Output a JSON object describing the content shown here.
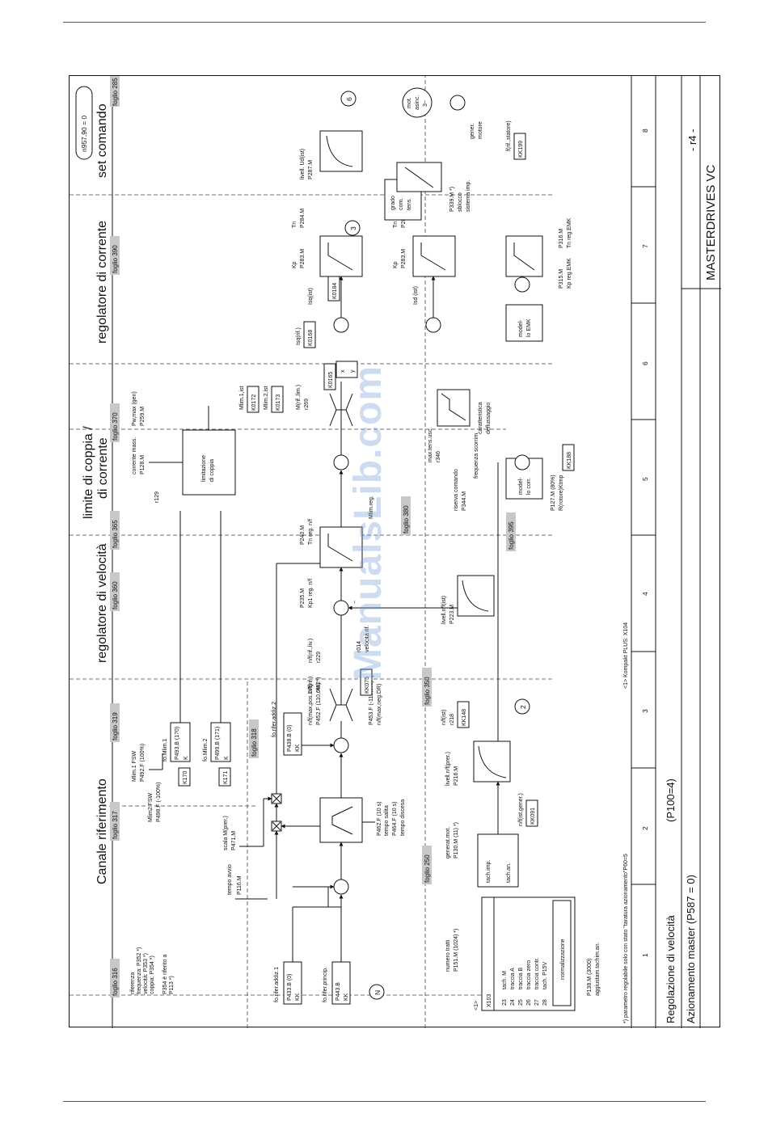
{
  "header": {
    "rule": "top"
  },
  "sections": [
    {
      "title": "Canale riferimento",
      "tag": "foglio 317"
    },
    {
      "title": "regolatore di velocità",
      "tag": "foglio 360"
    },
    {
      "title": "limite di coppia /",
      "title2": "di corrente",
      "tag": "foglio 365",
      "tag2": "foglio 370"
    },
    {
      "title": "regolatore di corrente",
      "tag": "foglio 390"
    },
    {
      "title": "set comando",
      "tag": "foglio 285"
    }
  ],
  "sheet_tags": {
    "f316": "foglio 316",
    "f319": "foglio 319",
    "f318": "foglio 318",
    "f250": "foglio 250",
    "f350": "foglio 350",
    "f380": "foglio 380",
    "f395": "foglio 395"
  },
  "badge": "n957.90 = 0",
  "columns": [
    "1",
    "2",
    "3",
    "4",
    "5",
    "6",
    "7",
    "8"
  ],
  "titleblock": {
    "line1": "Regolazione di velocità",
    "line1b": "(P100=4)",
    "line2": "Azionamento master (P587 = 0)",
    "product": "MASTERDRIVES VC",
    "sheet_no": "- r4 -"
  },
  "footnotes": {
    "param": "*) parametro regolabile solo con stato \"taratura azionamento\"P60=5",
    "kompakt": "<1> Kompakt PLUS: X104"
  },
  "watermark": "ManualsLib.com",
  "reference": {
    "ref_notes": [
      "riferenza",
      "frequenza:  P352 *)",
      "velocità:  P353 *)",
      "coppia:   P354 *)",
      "",
      "P354 è riferito a",
      "P113 *)"
    ],
    "addiz1_label": "fo.rifer.addiz.1",
    "addiz1_par": "P433.B (0)",
    "kk": "KK",
    "princip_label": "fo.rifer.princip.",
    "princip_par": "P443.B",
    "n_symbol": "N",
    "tempo_avvio": "tempo avvio",
    "p116": "P116.M",
    "scala": "scala M(prer.)",
    "p471": "P471.M",
    "p462": "P462.F (10 s)",
    "tempo_salita": "tempo salita",
    "p464": "P464.F (10 s)",
    "tempo_discesa": "tempo discesa",
    "mlim1_fsw": "Mlim.1 FSW",
    "p492": "P492.F (100%)",
    "mlim2_fsw": "Mlim2 FSW",
    "p498": "P498.F (-100%)",
    "k170": "K170",
    "k171": "K171",
    "fo_mlim1": "fo.Mlim.1",
    "p493": "P493.B (170)",
    "fo_mlim2": "fo.Mlim.2",
    "p499": "P499.B (171)",
    "k": "K",
    "addiz2_label": "fo.rifer.addiz.2",
    "p438": "P438.B (0)",
    "nmax_pos": "n/f(max,pos.DR)",
    "p452": "P452.F (110,0%) *)",
    "p453": "P453.F (-110,0%) *)",
    "nmax_neg": "n/f(max,neg.DR)",
    "nrif": "n/f(rif.)",
    "r482": "r482",
    "kk075": "KK075"
  },
  "speed": {
    "nrif_liv": "n/f(rif.,liv.)",
    "r229": "r229",
    "r014": "r014",
    "velocita_rif": "velocità rif.",
    "p235": "P235.M",
    "kp1": "Kp1 reg. n/f",
    "p240": "P240.M",
    "tn_reg": "Tn reg. n/f",
    "mlim_reg": "Mlim.reg.",
    "livell_nist": "livell.n/f(ist)",
    "p223": "P223.M",
    "nist": "n/f(ist)",
    "r218": "r218",
    "kk148": "KK148",
    "circle2": "2"
  },
  "torque": {
    "corrente_mass": "corrente mass.",
    "p128": "P128.M",
    "r129": "r129",
    "pw_max": "Pw,max (gen)",
    "p259": "P259.M",
    "limitazione": "limitazione",
    "di_coppia": "di coppia",
    "mlim1_ist": "Mlim.1,ist",
    "k0172": "K0172",
    "mlim2_ist": "Mlim.2,ist",
    "k0173": "K0173",
    "mrif_lim": "M(rif.,lim.)",
    "r269": "r269",
    "k0165": "K0165",
    "max_tens": "max.tens.usc.",
    "r346": "r346",
    "riserva": "riserva comando",
    "p344": "P344.M",
    "caratteristica": "caratteristica",
    "defl": "deflussaggio",
    "x": "x",
    "y": "y"
  },
  "current": {
    "isq_rif": "Isq(rif.)",
    "k0168": "K0168",
    "k0184": "K0184",
    "isq_ist": "Isq(ist)",
    "isd_ist": "Isd (ist)",
    "kp": "Kp",
    "p283": "P283.M",
    "tn": "Tn",
    "p284": "P284.M",
    "circle3": "3",
    "grado1": "grado",
    "grado2": "com.",
    "grado3": "tens.",
    "p339": "P339.M *)",
    "sblocco": "sblocco",
    "sistema": "sistema imp.",
    "modello_emk1": "model-",
    "modello_emk2": "lo EMK",
    "p315": "P315.M",
    "kp_emk": "Kp reg.EMK",
    "p316": "P316.M",
    "tn_emk": "Tn reg.EMK",
    "freq_scorr": "frequenza scorrim.",
    "kk188": "KK188",
    "modello_corr1": "model-",
    "modello_corr2": "lo corr.",
    "p127": "P127.M (80%)",
    "rrotore": "R(rotore)Ktmp",
    "f_statore": "f(rif.,statore)",
    "kk199": "KK199"
  },
  "command": {
    "livell_ud": "livell. Ud(ist)",
    "p287": "P287.M",
    "circle6": "6",
    "mot1": "mot.",
    "mot2": "asinc.",
    "mot3": "3~",
    "gener1": "gener.",
    "gener2": "motore"
  },
  "tacho": {
    "numero": "numero tratti",
    "p151": "P151.M (1024) *)",
    "x103_tag": "<1>",
    "x103": "X103",
    "pins": [
      "23",
      "24",
      "25",
      "26",
      "27",
      "28"
    ],
    "pin_names": [
      "tach. M",
      "traccia A",
      "traccia B",
      "traccia zero",
      "traccia contr.",
      "tach. P15V"
    ],
    "normalizzazione": "normalizzazione",
    "p138": "P138.M (3000)",
    "aggiustam": "aggiustam.tachim.an.",
    "generat": "generat.mot.",
    "p130": "P130.M (11)  *)",
    "tach_imp": "tach.imp.",
    "tach_an": "tach.an.",
    "nf_ist_gener": "n/f(ist,gener.)",
    "kk091": "KK091",
    "livell_prer": "livell.n/f(prer.)",
    "p216": "P216.M"
  }
}
